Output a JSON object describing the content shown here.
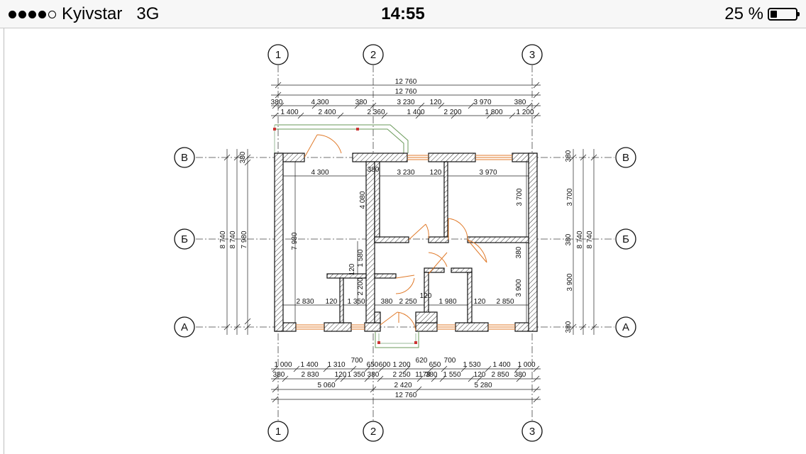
{
  "status_bar": {
    "carrier": "Kyivstar",
    "network": "3G",
    "time": "14:55",
    "battery_label": "25 %",
    "battery_level": 0.25
  },
  "plan": {
    "column_axes": [
      "1",
      "2",
      "3"
    ],
    "row_axes": [
      "В",
      "Б",
      "А"
    ],
    "top_dims": {
      "overall": "12 760",
      "overall2": "12 760",
      "walls": [
        "380",
        "4 300",
        "380",
        "3 230",
        "120",
        "3 970",
        "380"
      ],
      "openings": [
        "1 400",
        "2 400",
        "2 360",
        "1 400",
        "2 200",
        "1 800",
        "1 200"
      ]
    },
    "bottom_dims": {
      "row1": [
        "1 000",
        "1 400",
        "1 310",
        "700",
        "650",
        "600",
        "1 200",
        "620",
        "650",
        "700",
        "1 530",
        "1 400",
        "1 000"
      ],
      "row2": [
        "380",
        "2 830",
        "120",
        "1 350",
        "380",
        "2 250",
        "1178",
        "380",
        "1 550",
        "120",
        "2 850",
        "380"
      ],
      "row3": [
        "5 060",
        "2 420",
        "5 280"
      ],
      "overall": "12 760"
    },
    "left_dims": [
      "380",
      "7 980",
      "8 740",
      "8 740"
    ],
    "right_dims": {
      "inner": [
        "380",
        "3 700",
        "380",
        "3 900",
        "380"
      ],
      "overall": [
        "8 740",
        "8 740"
      ]
    },
    "interior_dims": [
      "4 300",
      "380",
      "3 230",
      "120",
      "3 970",
      "4 080",
      "3 700",
      "7 980",
      "380",
      "1 580",
      "120",
      "2 200",
      "3 900",
      "2 830",
      "120",
      "1 350",
      "380",
      "2 250",
      "120",
      "1 980",
      "120",
      "2 850"
    ]
  }
}
